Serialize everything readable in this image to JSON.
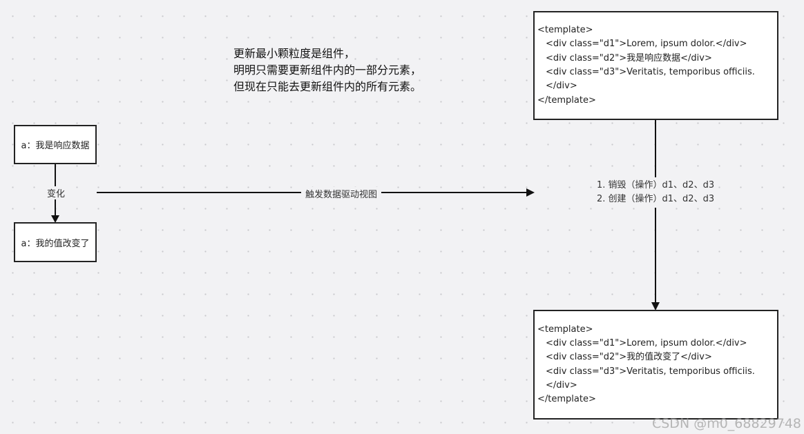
{
  "note": [
    "更新最小颗粒度是组件，",
    "明明只需要更新组件内的一部分元素，",
    "但现在只能去更新组件内的所有元素。"
  ],
  "left": {
    "box1": "a：我是响应数据",
    "box2": "a：我的值改变了",
    "change_label": "变化"
  },
  "trigger_label": "触发数据驱动视图",
  "steps": [
    "1.  销毁（操作）d1、d2、d3",
    "2.  创建（操作）d1、d2、d3"
  ],
  "template_before": [
    "<template>",
    "<div class=\"d1\">Lorem, ipsum dolor.</div>",
    "<div class=\"d2\">我是响应数据</div>",
    "<div class=\"d3\">Veritatis, temporibus officiis.</div>",
    "</template>"
  ],
  "template_after": [
    "<template>",
    "<div class=\"d1\">Lorem, ipsum dolor.</div>",
    "<div class=\"d2\">我的值改变了</div>",
    "<div class=\"d3\">Veritatis, temporibus officiis.</div>",
    "</template>"
  ],
  "watermark": "CSDN @m0_68829748"
}
